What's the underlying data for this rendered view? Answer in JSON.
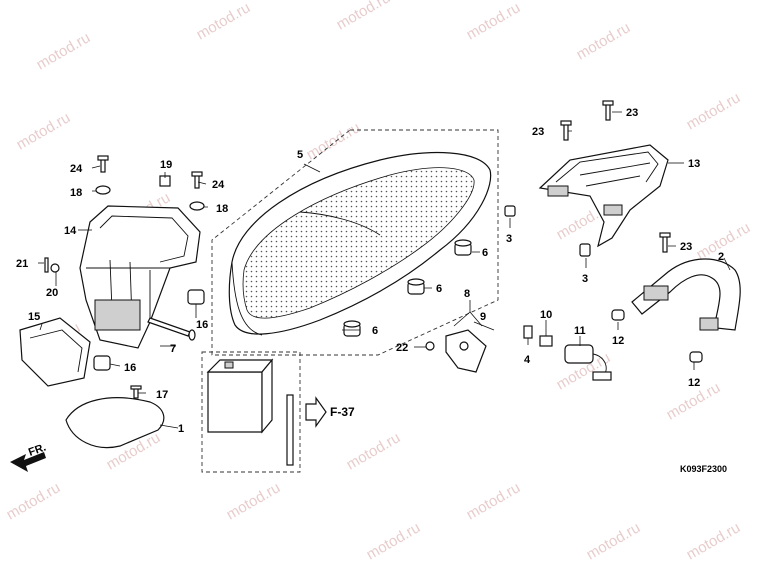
{
  "watermark": "motod.ru",
  "diagram_code": "K093F2300",
  "front_marker": "FR.",
  "reference": "F-37",
  "labels": {
    "l1": "1",
    "l2": "2",
    "l3a": "3",
    "l3b": "3",
    "l4": "4",
    "l5": "5",
    "l6a": "6",
    "l6b": "6",
    "l6c": "6",
    "l7": "7",
    "l8": "8",
    "l9": "9",
    "l10": "10",
    "l11": "11",
    "l12a": "12",
    "l12b": "12",
    "l13": "13",
    "l14": "14",
    "l15": "15",
    "l16a": "16",
    "l16b": "16",
    "l17": "17",
    "l18a": "18",
    "l18b": "18",
    "l19": "19",
    "l20": "20",
    "l21": "21",
    "l22": "22",
    "l23a": "23",
    "l23b": "23",
    "l23c": "23",
    "l24a": "24",
    "l24b": "24"
  }
}
